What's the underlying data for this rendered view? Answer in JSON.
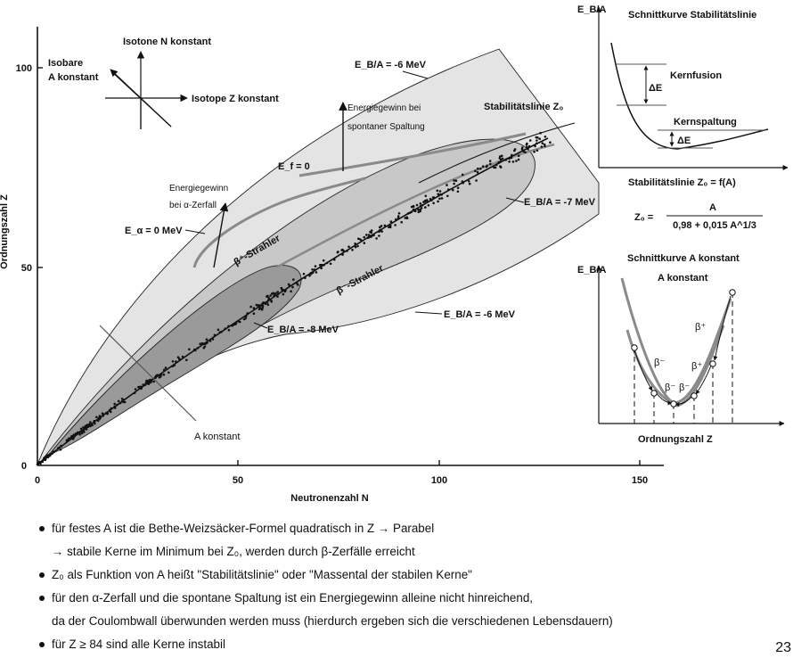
{
  "figure": {
    "main_chart": {
      "ylabel": "Ordnungszahl Z",
      "xlabel": "Neutronenzahl N",
      "x_ticks": [
        "0",
        "50",
        "100",
        "150"
      ],
      "y_ticks": [
        "0",
        "50",
        "100"
      ],
      "arrows": {
        "isotone": "Isotone N konstant",
        "isobare_line1": "Isobare",
        "isobare_line2": "A konstant",
        "isotope": "Isotope Z konstant"
      },
      "labels": {
        "eb_minus6_top": "E_B/A = -6 MeV",
        "eb_minus6_bottom": "E_B/A = -6 MeV",
        "eb_minus7": "E_B/A = -7 MeV",
        "eb_minus8": "E_B/A = -8 MeV",
        "ef_zero": "E_f = 0",
        "ealpha_zero": "E_α = 0 MeV",
        "beta_plus": "β⁺-Strahler",
        "beta_minus": "β⁻-Strahler",
        "stability_line": "Stabilitätslinie Z₀",
        "a_const": "A konstant",
        "alpha_gain_line1": "Energiegewinn",
        "alpha_gain_line2": "bei α-Zerfall",
        "fission_gain_line1": "Energiegewinn bei",
        "fission_gain_line2": "spontaner Spaltung"
      }
    },
    "inset_top": {
      "title": "Schnittkurve Stabilitätslinie",
      "ylabel": "E_B/A",
      "fusion": "Kernfusion",
      "fission": "Kernspaltung",
      "delta_e": "ΔE"
    },
    "formula": {
      "title": "Stabilitätslinie Z₀ = f(A)",
      "lhs": "Z₀ =",
      "numerator": "A",
      "denominator": "0,98 + 0,015 A^1/3"
    },
    "inset_bottom": {
      "title": "Schnittkurve A konstant",
      "subtitle": "A konstant",
      "ylabel": "E_B/A",
      "xlabel": "Ordnungszahl Z",
      "beta_minus": "β⁻",
      "beta_plus": "β⁺"
    }
  },
  "notes": [
    {
      "id": "n1",
      "bullet": true,
      "text": "für festes A ist die Bethe-Weizsäcker-Formel quadratisch in Z  →  Parabel"
    },
    {
      "id": "n2",
      "bullet": false,
      "text": "→  stabile Kerne im Minimum bei Z₀, werden durch β-Zerfälle erreicht"
    },
    {
      "id": "n3",
      "bullet": true,
      "text": "Z₀ als Funktion von A heißt \"Stabilitätslinie\" oder \"Massental der stabilen Kerne\""
    },
    {
      "id": "n4",
      "bullet": true,
      "text": "für den α-Zerfall und die spontane Spaltung ist ein Energiegewinn alleine nicht hinreichend,"
    },
    {
      "id": "n5",
      "bullet": false,
      "text": "da der Coulombwall überwunden werden muss (hierdurch ergeben sich die verschiedenen Lebensdauern)"
    },
    {
      "id": "n6",
      "bullet": true,
      "text": "für Z ≥ 84 sind alle Kerne instabil"
    }
  ],
  "page_number": "23",
  "colors": {
    "band_outer": "#e4e4e4",
    "band_mid": "#c8c8c8",
    "band_inner": "#9a9a9a",
    "curve_gray": "#8a8a8a",
    "ink": "#111111"
  }
}
